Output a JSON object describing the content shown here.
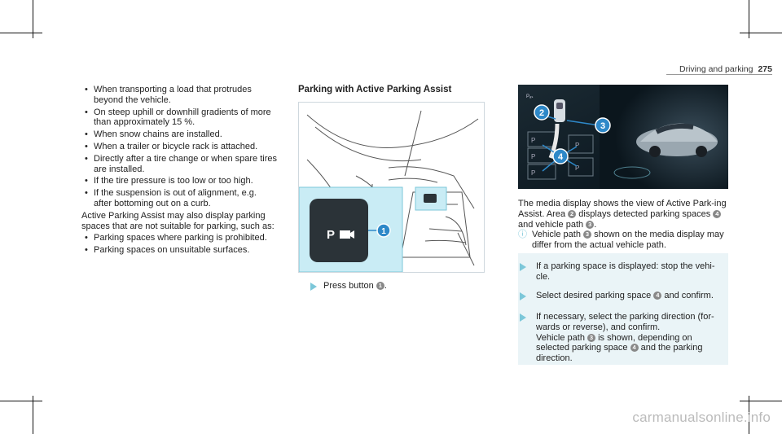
{
  "header": {
    "section": "Driving and parking",
    "page_number": "275"
  },
  "column1": {
    "bullets_a": [
      "When transporting a load that protrudes beyond the vehicle.",
      "On steep uphill or downhill gradients of more than approximately 15 %.",
      "When snow chains are installed.",
      "When a trailer or bicycle rack is attached.",
      "Directly after a tire change or when spare tires are installed.",
      "If the tire pressure is too low or too high.",
      "If the suspension is out of alignment, e.g. after bottoming out on a curb."
    ],
    "paragraph": "Active Parking Assist may also display parking spaces that are not suitable for parking, such as:",
    "bullets_b": [
      "Parking spaces where parking is prohibited.",
      "Parking spaces on unsuitable surfaces."
    ]
  },
  "column2": {
    "title": "Parking with Active Parking Assist",
    "figure_callout": "1",
    "step_text": "Press button",
    "step_ref": "1",
    "step_end": "."
  },
  "figure2": {
    "corner_label": "Pₐₛ",
    "callouts": [
      "2",
      "3",
      "4"
    ],
    "parking_marks": [
      "P",
      "P",
      "P",
      "P",
      "P"
    ]
  },
  "column3": {
    "p1_a": "The media display shows the view of Active Park-ing Assist. Area",
    "p1_ref1": "2",
    "p1_b": "displays detected parking spaces",
    "p1_ref2": "4",
    "p1_c": "and vehicle path",
    "p1_ref3": "3",
    "p1_d": ".",
    "note_a": "Vehicle path",
    "note_ref": "3",
    "note_b": "shown on the media display may differ from the actual vehicle path.",
    "steps": [
      {
        "a": "If a parking space is displayed: stop the vehi-cle.",
        "ref": "",
        "b": ""
      },
      {
        "a": "Select desired parking space",
        "ref": "4",
        "b": "and confirm."
      },
      {
        "a": "If necessary, select the parking direction (for-wards or reverse), and confirm.",
        "ref": "",
        "b": ""
      }
    ],
    "step3_extra_a": "Vehicle path",
    "step3_extra_ref": "3",
    "step3_extra_b": "is shown, depending on selected parking space",
    "step3_extra_ref2": "4",
    "step3_extra_c": "and the parking direction."
  },
  "watermark": "carmanualsonline.info",
  "colors": {
    "accent": "#7cc7d9",
    "callout": "#2e88c8",
    "panel": "#eaf4f7"
  }
}
